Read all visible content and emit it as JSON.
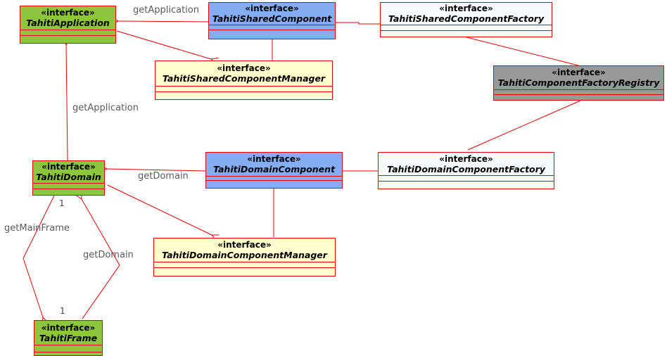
{
  "diagram": {
    "type": "uml-class-diagram",
    "nodes": [
      {
        "id": "tahiti-application",
        "stereotype": "«interface»",
        "name": "TahitiApplication",
        "fill": "#8dc63c"
      },
      {
        "id": "tahiti-shared-component",
        "stereotype": "«interface»",
        "name": "TahitiSharedComponent",
        "fill": "#84adf4"
      },
      {
        "id": "tahiti-shared-component-factory",
        "stereotype": "«interface»",
        "name": "TahitiSharedComponentFactory",
        "fill": "#f8f9fd"
      },
      {
        "id": "tahiti-shared-component-manager",
        "stereotype": "«interface»",
        "name": "TahitiSharedComponentManager",
        "fill": "#fffecc"
      },
      {
        "id": "tahiti-component-factory-registry",
        "stereotype": "«interface»",
        "name": "TahitiComponentFactoryRegistry",
        "fill": "#999999"
      },
      {
        "id": "tahiti-domain",
        "stereotype": "«interface»",
        "name": "TahitiDomain",
        "fill": "#8dc63c"
      },
      {
        "id": "tahiti-domain-component",
        "stereotype": "«interface»",
        "name": "TahitiDomainComponent",
        "fill": "#84adf4"
      },
      {
        "id": "tahiti-domain-component-factory",
        "stereotype": "«interface»",
        "name": "TahitiDomainComponentFactory",
        "fill": "#f8f9fd"
      },
      {
        "id": "tahiti-domain-component-manager",
        "stereotype": "«interface»",
        "name": "TahitiDomainComponentManager",
        "fill": "#fffecc"
      },
      {
        "id": "tahiti-frame",
        "stereotype": "«interface»",
        "name": "TahitiFrame",
        "fill": "#8dc63c"
      }
    ],
    "edge_labels": {
      "get_application_top": "getApplication",
      "get_application_left": "getApplication",
      "get_domain_mid": "getDomain",
      "get_main_frame": "getMainFrame",
      "get_domain_low": "getDomain",
      "mult_domain": "1",
      "mult_frame": "1"
    },
    "edges": [
      {
        "from": "TahitiSharedComponent",
        "to": "TahitiApplication",
        "label": "getApplication",
        "arrow": "open"
      },
      {
        "from": "TahitiApplication",
        "to": "TahitiSharedComponentManager",
        "label": "",
        "arrow": "open"
      },
      {
        "from": "TahitiSharedComponent",
        "to": "TahitiSharedComponentManager",
        "label": "",
        "arrow": "none"
      },
      {
        "from": "TahitiSharedComponent",
        "to": "TahitiSharedComponentFactory",
        "label": "",
        "arrow": "none"
      },
      {
        "from": "TahitiSharedComponentFactory",
        "to": "TahitiComponentFactoryRegistry",
        "label": "",
        "arrow": "none"
      },
      {
        "from": "TahitiComponentFactoryRegistry",
        "to": "TahitiDomainComponentFactory",
        "label": "",
        "arrow": "none"
      },
      {
        "from": "TahitiDomainComponent",
        "to": "TahitiDomain",
        "label": "getDomain",
        "arrow": "open"
      },
      {
        "from": "TahitiDomainComponent",
        "to": "TahitiDomainComponentFactory",
        "label": "",
        "arrow": "none"
      },
      {
        "from": "TahitiDomainComponent",
        "to": "TahitiDomainComponentManager",
        "label": "",
        "arrow": "none"
      },
      {
        "from": "TahitiDomain",
        "to": "TahitiDomainComponentManager",
        "label": "",
        "arrow": "open"
      },
      {
        "from": "TahitiDomain",
        "to": "TahitiApplication",
        "label": "getApplication",
        "arrow": "open"
      },
      {
        "from": "TahitiDomain",
        "to": "TahitiFrame",
        "label": "getMainFrame",
        "multiplicity": "1",
        "arrow": "open"
      },
      {
        "from": "TahitiFrame",
        "to": "TahitiDomain",
        "label": "getDomain",
        "multiplicity": "1",
        "arrow": "open"
      }
    ],
    "colors": {
      "background": "#ffffff",
      "node_border": "#e30000",
      "connector": "#e30000",
      "node_text": "#000000",
      "label_text": "#5a5a5a",
      "green_fill": "#8dc63c",
      "blue_fill": "#84adf4",
      "yellow_fill": "#fffecc",
      "gray_fill": "#999999",
      "white_fill": "#f8f9fd"
    }
  }
}
